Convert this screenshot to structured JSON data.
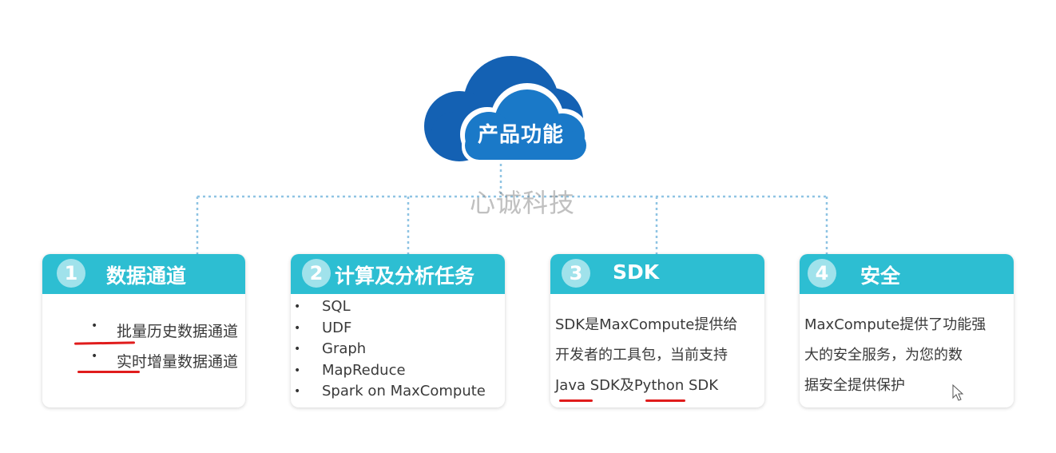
{
  "center": {
    "label": "产品功能",
    "watermark": "心诚科技"
  },
  "colors": {
    "cloud_dark": "#1461b3",
    "cloud_mid": "#1a79c8",
    "header": "#2dbed2",
    "underline": "#e01c1c",
    "connector": "#8fc4e3"
  },
  "cards": [
    {
      "num": "1",
      "title": "数据通道",
      "items": [
        "批量历史数据通道",
        "实时增量数据通道"
      ]
    },
    {
      "num": "2",
      "title": "计算及分析任务",
      "items": [
        "SQL",
        "UDF",
        "Graph",
        "MapReduce",
        "Spark on MaxCompute"
      ]
    },
    {
      "num": "3",
      "title": "SDK",
      "lines": [
        "SDK是MaxCompute提供给",
        "开发者的工具包，当前支持",
        "Java SDK及Python SDK"
      ]
    },
    {
      "num": "4",
      "title": "安全",
      "lines": [
        "MaxCompute提供了功能强",
        "大的安全服务，为您的数",
        "据安全提供保护"
      ]
    }
  ]
}
